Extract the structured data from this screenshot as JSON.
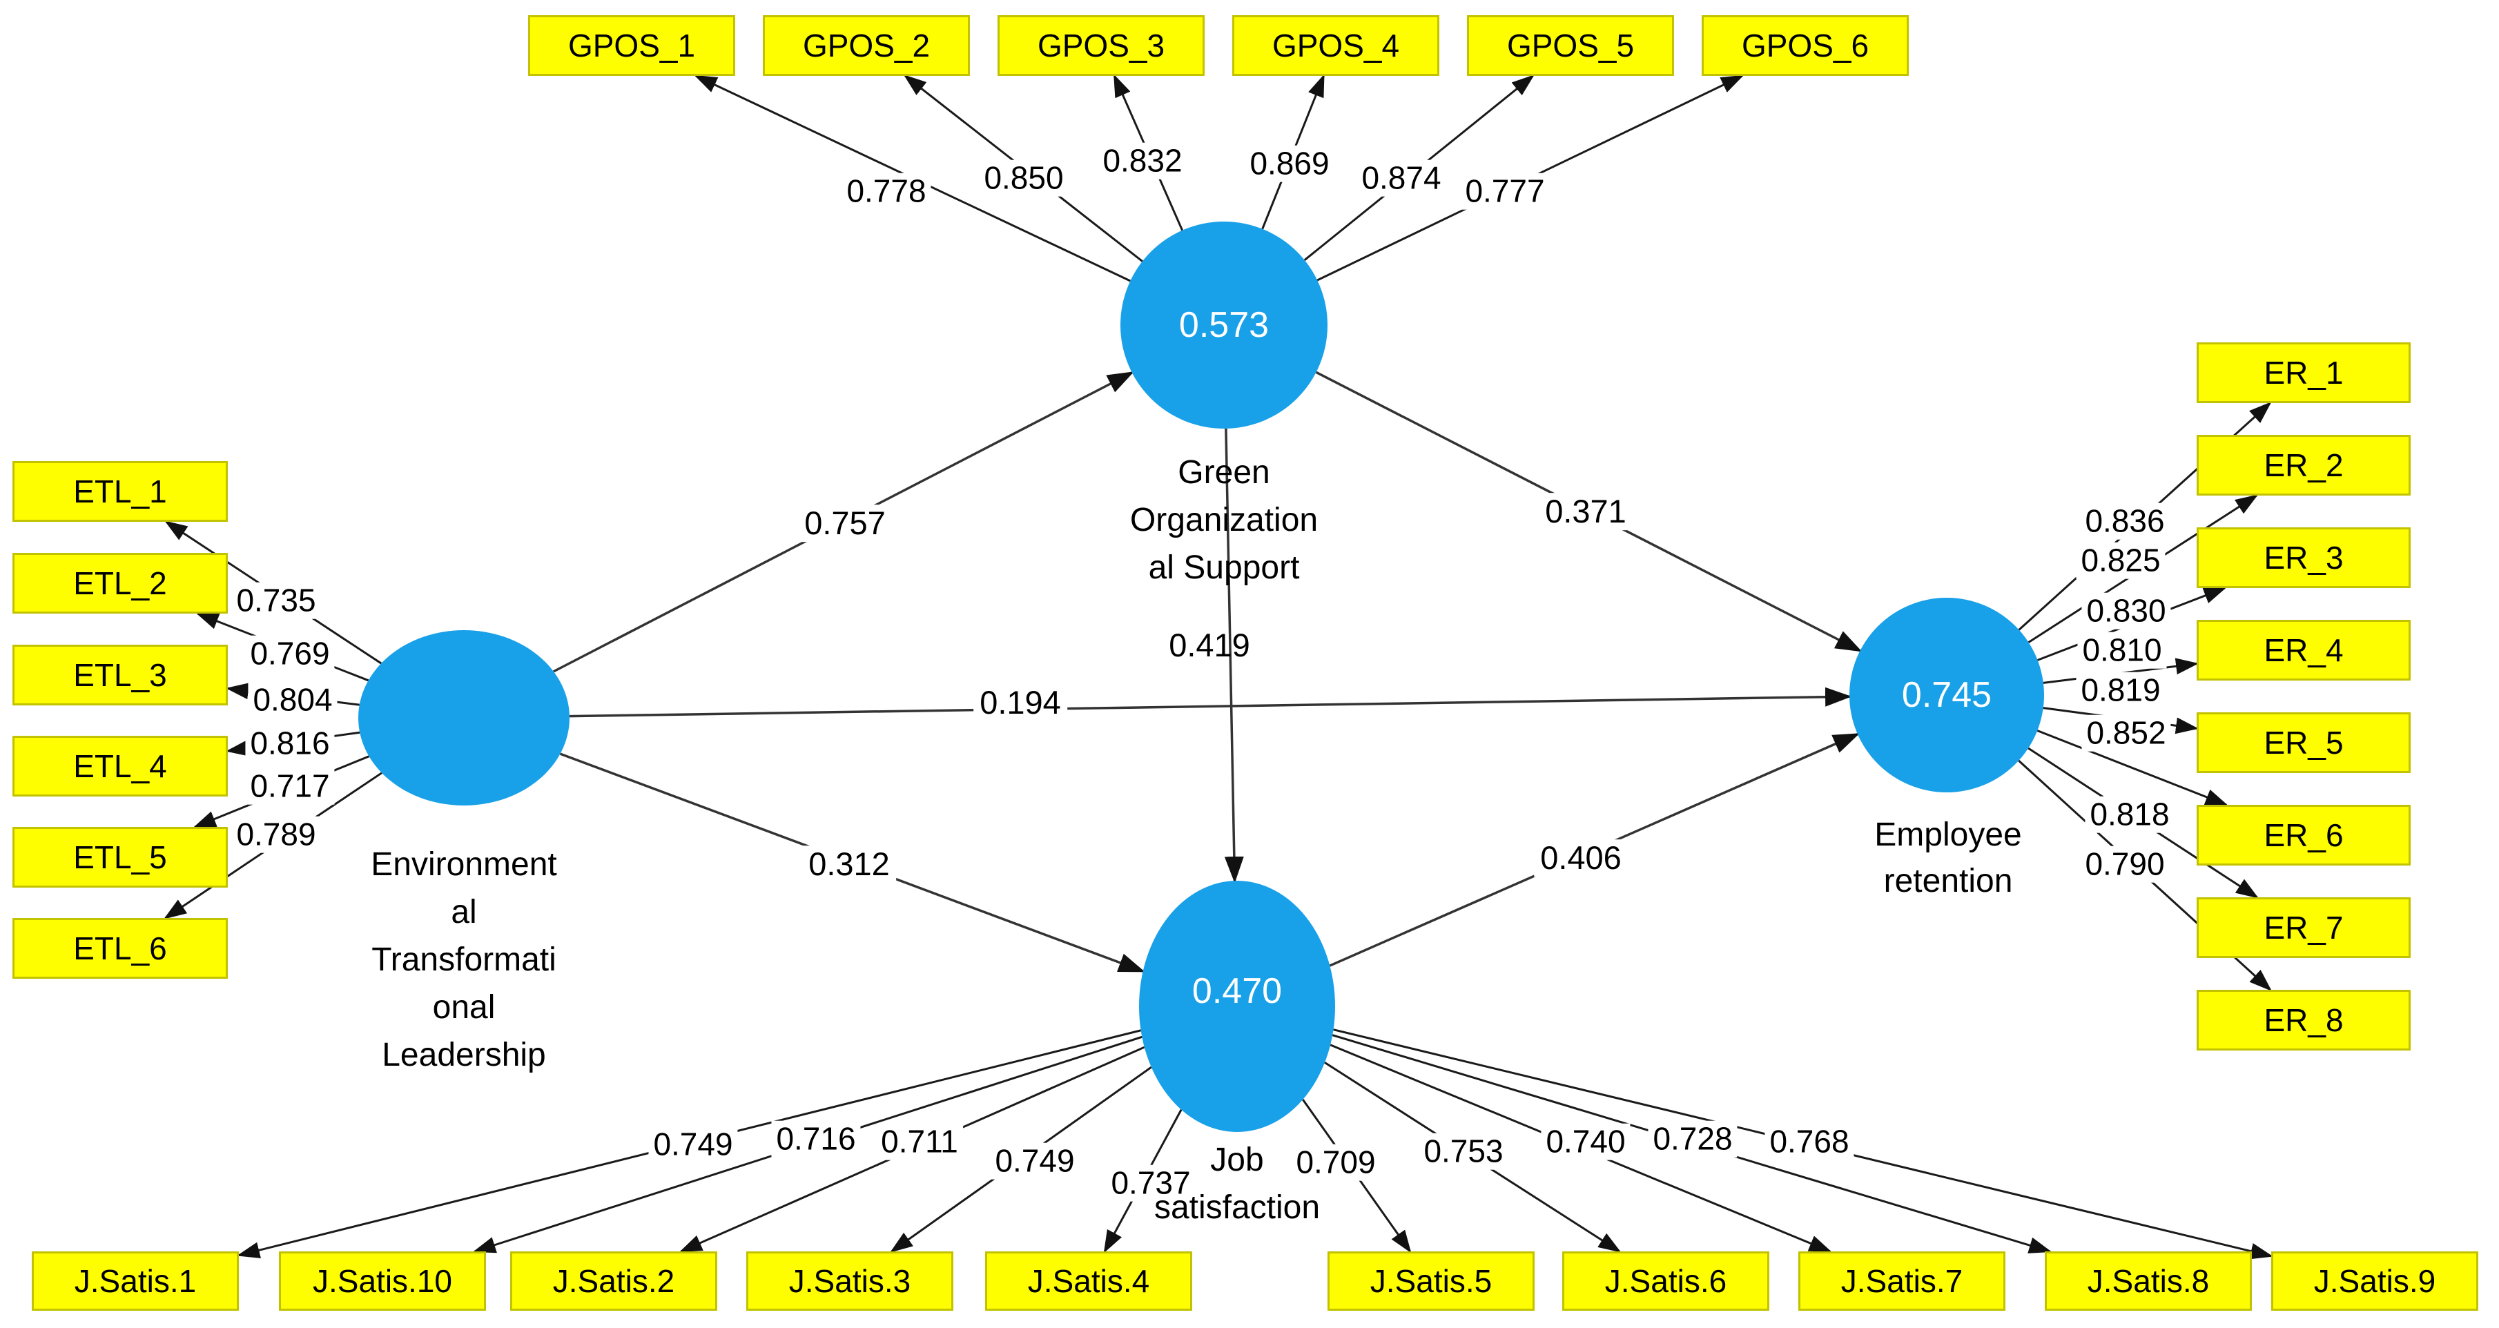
{
  "diagram": {
    "model_type": "PLS-SEM path model",
    "colors": {
      "latent_fill": "#18a0e8",
      "latent_value_text": "#ffffff",
      "indicator_fill": "#fefe00",
      "indicator_border": "#c2c200",
      "arrow_line": "#1a1a1a",
      "label_text": "#000000"
    },
    "latent_variables": [
      {
        "id": "gos",
        "label": "Green Organizational Support",
        "label_lines": [
          "Green",
          "Organization",
          "al Support"
        ],
        "value": "0.573"
      },
      {
        "id": "etl",
        "label": "Environmental Transformational Leadership",
        "label_lines": [
          "Environment",
          "al",
          "Transformati",
          "onal",
          "Leadership"
        ],
        "value": ""
      },
      {
        "id": "er",
        "label": "Employee retention",
        "label_lines": [
          "Employee",
          "retention"
        ],
        "value": "0.745"
      },
      {
        "id": "js",
        "label": "Job satisfaction",
        "label_lines": [
          "Job",
          "satisfaction"
        ],
        "value": "0.470"
      }
    ],
    "indicators": {
      "gos": [
        {
          "name": "GPOS_1",
          "loading": "0.778"
        },
        {
          "name": "GPOS_2",
          "loading": "0.850"
        },
        {
          "name": "GPOS_3",
          "loading": "0.832"
        },
        {
          "name": "GPOS_4",
          "loading": "0.869"
        },
        {
          "name": "GPOS_5",
          "loading": "0.874"
        },
        {
          "name": "GPOS_6",
          "loading": "0.777"
        }
      ],
      "etl": [
        {
          "name": "ETL_1",
          "loading": "0.735"
        },
        {
          "name": "ETL_2",
          "loading": "0.769"
        },
        {
          "name": "ETL_3",
          "loading": "0.804"
        },
        {
          "name": "ETL_4",
          "loading": "0.816"
        },
        {
          "name": "ETL_5",
          "loading": "0.717"
        },
        {
          "name": "ETL_6",
          "loading": "0.789"
        }
      ],
      "er": [
        {
          "name": "ER_1",
          "loading": "0.836"
        },
        {
          "name": "ER_2",
          "loading": "0.825"
        },
        {
          "name": "ER_3",
          "loading": "0.830"
        },
        {
          "name": "ER_4",
          "loading": "0.810"
        },
        {
          "name": "ER_5",
          "loading": "0.819"
        },
        {
          "name": "ER_6",
          "loading": "0.852"
        },
        {
          "name": "ER_7",
          "loading": "0.818"
        },
        {
          "name": "ER_8",
          "loading": "0.790"
        }
      ],
      "js": [
        {
          "name": "J.Satis.1",
          "loading": "0.749"
        },
        {
          "name": "J.Satis.10",
          "loading": "0.716"
        },
        {
          "name": "J.Satis.2",
          "loading": "0.711"
        },
        {
          "name": "J.Satis.3",
          "loading": "0.749"
        },
        {
          "name": "J.Satis.4",
          "loading": "0.737"
        },
        {
          "name": "J.Satis.5",
          "loading": "0.709"
        },
        {
          "name": "J.Satis.6",
          "loading": "0.753"
        },
        {
          "name": "J.Satis.7",
          "loading": "0.740"
        },
        {
          "name": "J.Satis.8",
          "loading": "0.728"
        },
        {
          "name": "J.Satis.9",
          "loading": "0.768"
        }
      ]
    },
    "paths": [
      {
        "from": "etl",
        "to": "gos",
        "value": "0.757"
      },
      {
        "from": "gos",
        "to": "er",
        "value": "0.371"
      },
      {
        "from": "gos",
        "to": "js",
        "value": "0.419"
      },
      {
        "from": "etl",
        "to": "er",
        "value": "0.194"
      },
      {
        "from": "etl",
        "to": "js",
        "value": "0.312"
      },
      {
        "from": "js",
        "to": "er",
        "value": "0.406"
      }
    ]
  }
}
